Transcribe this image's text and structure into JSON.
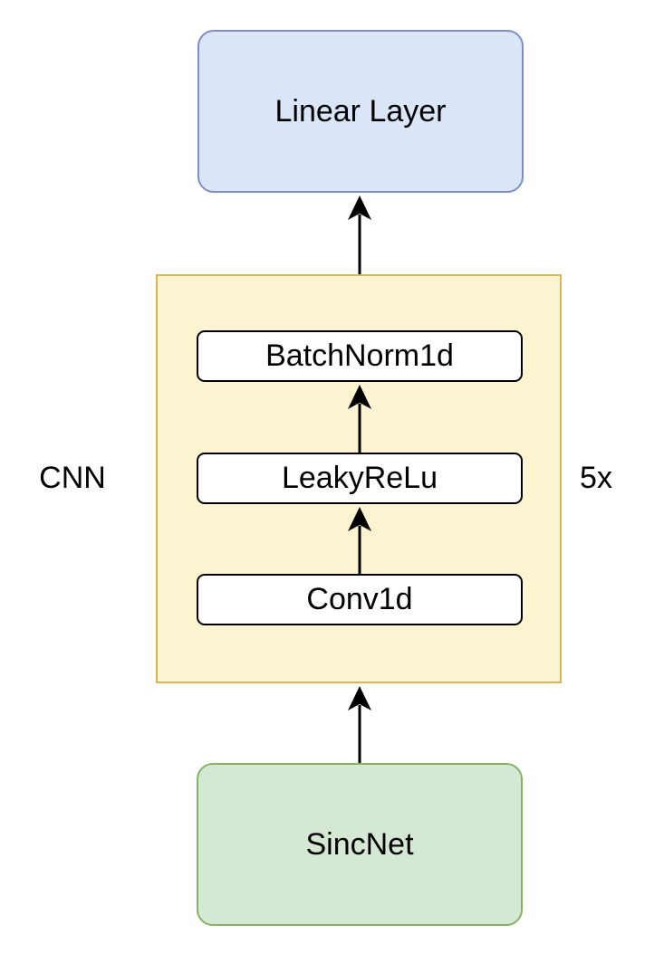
{
  "colors": {
    "blue_fill": "#dbe5f8",
    "blue_stroke": "#7d8ec5",
    "yellow_fill": "#fcf3d0",
    "yellow_stroke": "#d6b656",
    "green_fill": "#d5e8d4",
    "green_stroke": "#82b366",
    "inner_fill": "#ffffff",
    "inner_stroke": "#000000",
    "arrow_color": "#000000",
    "text_color": "#000000",
    "background": "#ffffff"
  },
  "diagram": {
    "nodes": {
      "linear_layer": {
        "label": "Linear Layer"
      },
      "cnn_block": {
        "label": "CNN",
        "repeat": "5x"
      },
      "batchnorm": {
        "label": "BatchNorm1d"
      },
      "leakyrelu": {
        "label": "LeakyReLu"
      },
      "conv1d": {
        "label": "Conv1d"
      },
      "sincnet": {
        "label": "SincNet"
      }
    },
    "edges": [
      {
        "from": "SincNet",
        "to": "CNN"
      },
      {
        "from": "Conv1d",
        "to": "LeakyReLu"
      },
      {
        "from": "LeakyReLu",
        "to": "BatchNorm1d"
      },
      {
        "from": "CNN",
        "to": "Linear Layer"
      }
    ]
  }
}
